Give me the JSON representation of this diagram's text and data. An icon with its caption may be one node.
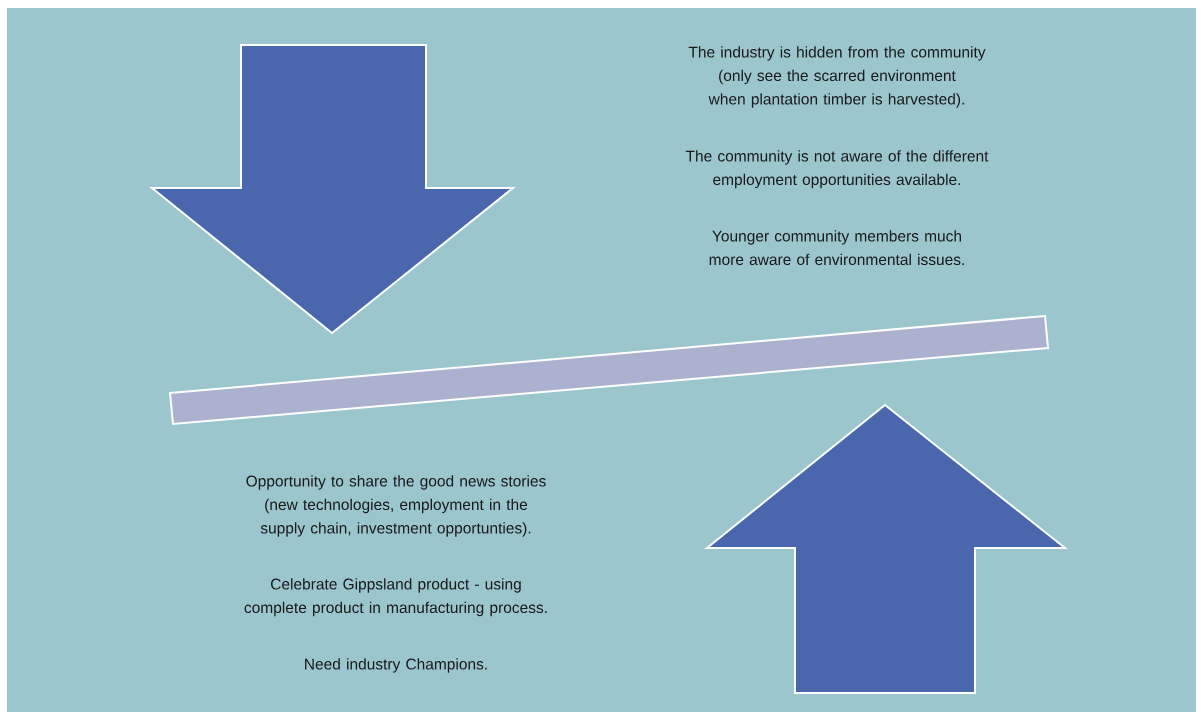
{
  "diagram": {
    "labels": [
      "The industry is hidden from the community (only see the scarred environment when plantation timber is harvested).",
      "The community is not aware of the different employment opportunities available.",
      "Younger community members much more aware of environmental issues.",
      "Opportunity to share the good news stories (new technologies, employment in the supply chain, investment opportunties).",
      "Celebrate Gippsland product - using complete product in manufacturing process.",
      "Need industry Champions."
    ]
  }
}
